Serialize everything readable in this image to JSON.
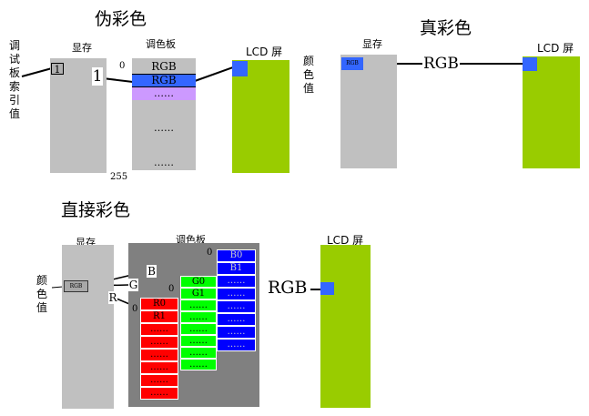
{
  "sections": {
    "pseudo": {
      "title": "伪彩色",
      "index_label": "调试板索引值",
      "memory_label": "显存",
      "palette_label": "调色板",
      "lcd_label": "LCD 屏",
      "memory_cell": "1",
      "wire_label": "1",
      "palette_entries": [
        "RGB",
        "RGB",
        "……",
        "……",
        "……"
      ],
      "index_start": "0",
      "index_end": "255"
    },
    "true_color": {
      "title": "真彩色",
      "value_label": "颜色值",
      "memory_label": "显存",
      "memory_cell": "RGB",
      "wire_label": "RGB",
      "lcd_label": "LCD 屏"
    },
    "direct": {
      "title": "直接彩色",
      "value_label": "颜色值",
      "memory_label": "显存",
      "palette_label": "调色板",
      "memory_cell": "RGB",
      "wire_b": "B",
      "wire_g": "G",
      "wire_r": "R",
      "b_zero": "0",
      "g_zero": "0",
      "r_zero": "0",
      "b_entries": [
        "B0",
        "B1",
        "……",
        "……",
        "……",
        "……",
        "……",
        "……"
      ],
      "g_entries": [
        "G0",
        "G1",
        "……",
        "……",
        "……",
        "……",
        "……",
        "……"
      ],
      "r_entries": [
        "R0",
        "R1",
        "……",
        "……",
        "……",
        "……",
        "……",
        "……"
      ],
      "output_label": "RGB",
      "lcd_label": "LCD 屏"
    }
  },
  "colors": {
    "memory": "#c0c0c0",
    "lcd": "#99cc00",
    "highlight": "#3366ff",
    "purple": "#cc99ff",
    "palette_bg": "#808080",
    "red": "#ff0000",
    "green": "#00ff00",
    "blue": "#0000ff"
  }
}
